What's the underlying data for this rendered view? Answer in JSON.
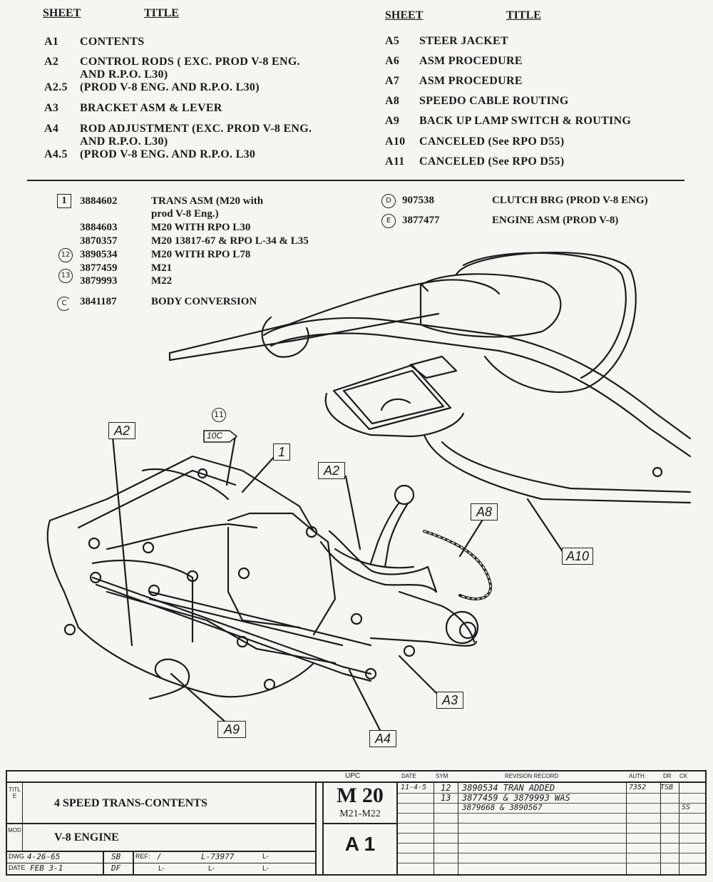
{
  "index_header": {
    "sheet_label": "SHEET",
    "title_label": "TITLE"
  },
  "index_left": [
    {
      "sheet": "A1",
      "title": "CONTENTS"
    },
    {
      "sheet": "A2",
      "title": "CONTROL RODS ( EXC. PROD V-8 ENG."
    },
    {
      "sheet": "",
      "title": "AND R.P.O. L30)"
    },
    {
      "sheet": "A2.5",
      "title": "(PROD V-8 ENG. AND R.P.O. L30)"
    },
    {
      "sheet": "A3",
      "title": "BRACKET ASM & LEVER"
    },
    {
      "sheet": "A4",
      "title": "ROD ADJUSTMENT (EXC. PROD V-8 ENG."
    },
    {
      "sheet": "",
      "title": "AND R.P.O. L30)"
    },
    {
      "sheet": "A4.5",
      "title": "(PROD V-8 ENG. AND R.P.O. L30"
    }
  ],
  "index_right": [
    {
      "sheet": "A5",
      "title": "STEER JACKET"
    },
    {
      "sheet": "A6",
      "title": "ASM PROCEDURE"
    },
    {
      "sheet": "A7",
      "title": "ASM PROCEDURE"
    },
    {
      "sheet": "A8",
      "title": "SPEEDO CABLE ROUTING"
    },
    {
      "sheet": "A9",
      "title": "BACK UP LAMP SWITCH & ROUTING"
    },
    {
      "sheet": "A10",
      "title": "CANCELED (See RPO D55)"
    },
    {
      "sheet": "A11",
      "title": "CANCELED (See RPO D55)"
    }
  ],
  "parts_left": [
    {
      "symbol": "1",
      "number": "3884602",
      "desc": "TRANS ASM (M20 with"
    },
    {
      "symbol": "",
      "number": "",
      "desc": "prod V-8 Eng.)"
    },
    {
      "symbol": "",
      "number": "3884603",
      "desc": "M20 WITH RPO L30"
    },
    {
      "symbol": "",
      "number": "3870357",
      "desc": "M20 13817-67 & RPO L-34 & L35"
    },
    {
      "symbol": "12",
      "number": "3890534",
      "desc": "M20 WITH RPO L78"
    },
    {
      "symbol": "13",
      "number": "3877459",
      "desc": "M21"
    },
    {
      "symbol": "",
      "number": "3879993",
      "desc": "M22"
    },
    {
      "symbol": "C",
      "number": "3841187",
      "desc": "BODY CONVERSION"
    }
  ],
  "parts_right": [
    {
      "symbol": "D",
      "number": "907538",
      "desc": "CLUTCH BRG (PROD V-8 ENG)"
    },
    {
      "symbol": "E",
      "number": "3877477",
      "desc": "ENGINE ASM (PROD V-8)"
    }
  ],
  "callouts": {
    "a2_left": "A2",
    "a2_right": "A2",
    "a8": "A8",
    "a10": "A10",
    "a3": "A3",
    "a4": "A4",
    "a9": "A9",
    "one": "1",
    "c11": "11",
    "c10c": "10C"
  },
  "title_block": {
    "upc_label": "UPC",
    "date_label": "DATE",
    "sym_label": "SYM",
    "revision_label": "REVISION RECORD",
    "auth_label": "AUTH.",
    "dr_label": "DR",
    "ck_label": "CK",
    "side_title": "TITLE",
    "side_mod": "MOD",
    "title": "4 SPEED TRANS-CONTENTS",
    "model": "V-8 ENGINE",
    "upc_big": "M 20",
    "upc_sub": "M21-M22",
    "sheet": "A 1",
    "dwg_label": "DWG",
    "dwg_date": "4-26-65",
    "dwg_initials": "SB",
    "ref_label": "REF:",
    "ref_value": "/",
    "ref_l1": "L-73977",
    "ref_l2": "L-",
    "date_label2": "DATE",
    "date_value": "FEB 3-1",
    "date_initials": "DF",
    "l_a": "L-",
    "l_b": "L-",
    "l_c": "L-",
    "revisions": [
      {
        "date": "11-4-5",
        "sym": "12",
        "record": "3890534 TRAN ADDED",
        "auth": "7352",
        "dr": "TSB",
        "ck": ""
      },
      {
        "date": "",
        "sym": "13",
        "record": "3877459 & 3879993 WAS",
        "auth": "",
        "dr": "",
        "ck": ""
      },
      {
        "date": "",
        "sym": "",
        "record": "3879668 & 3890567",
        "auth": "",
        "dr": "",
        "ck": "SS"
      }
    ]
  }
}
